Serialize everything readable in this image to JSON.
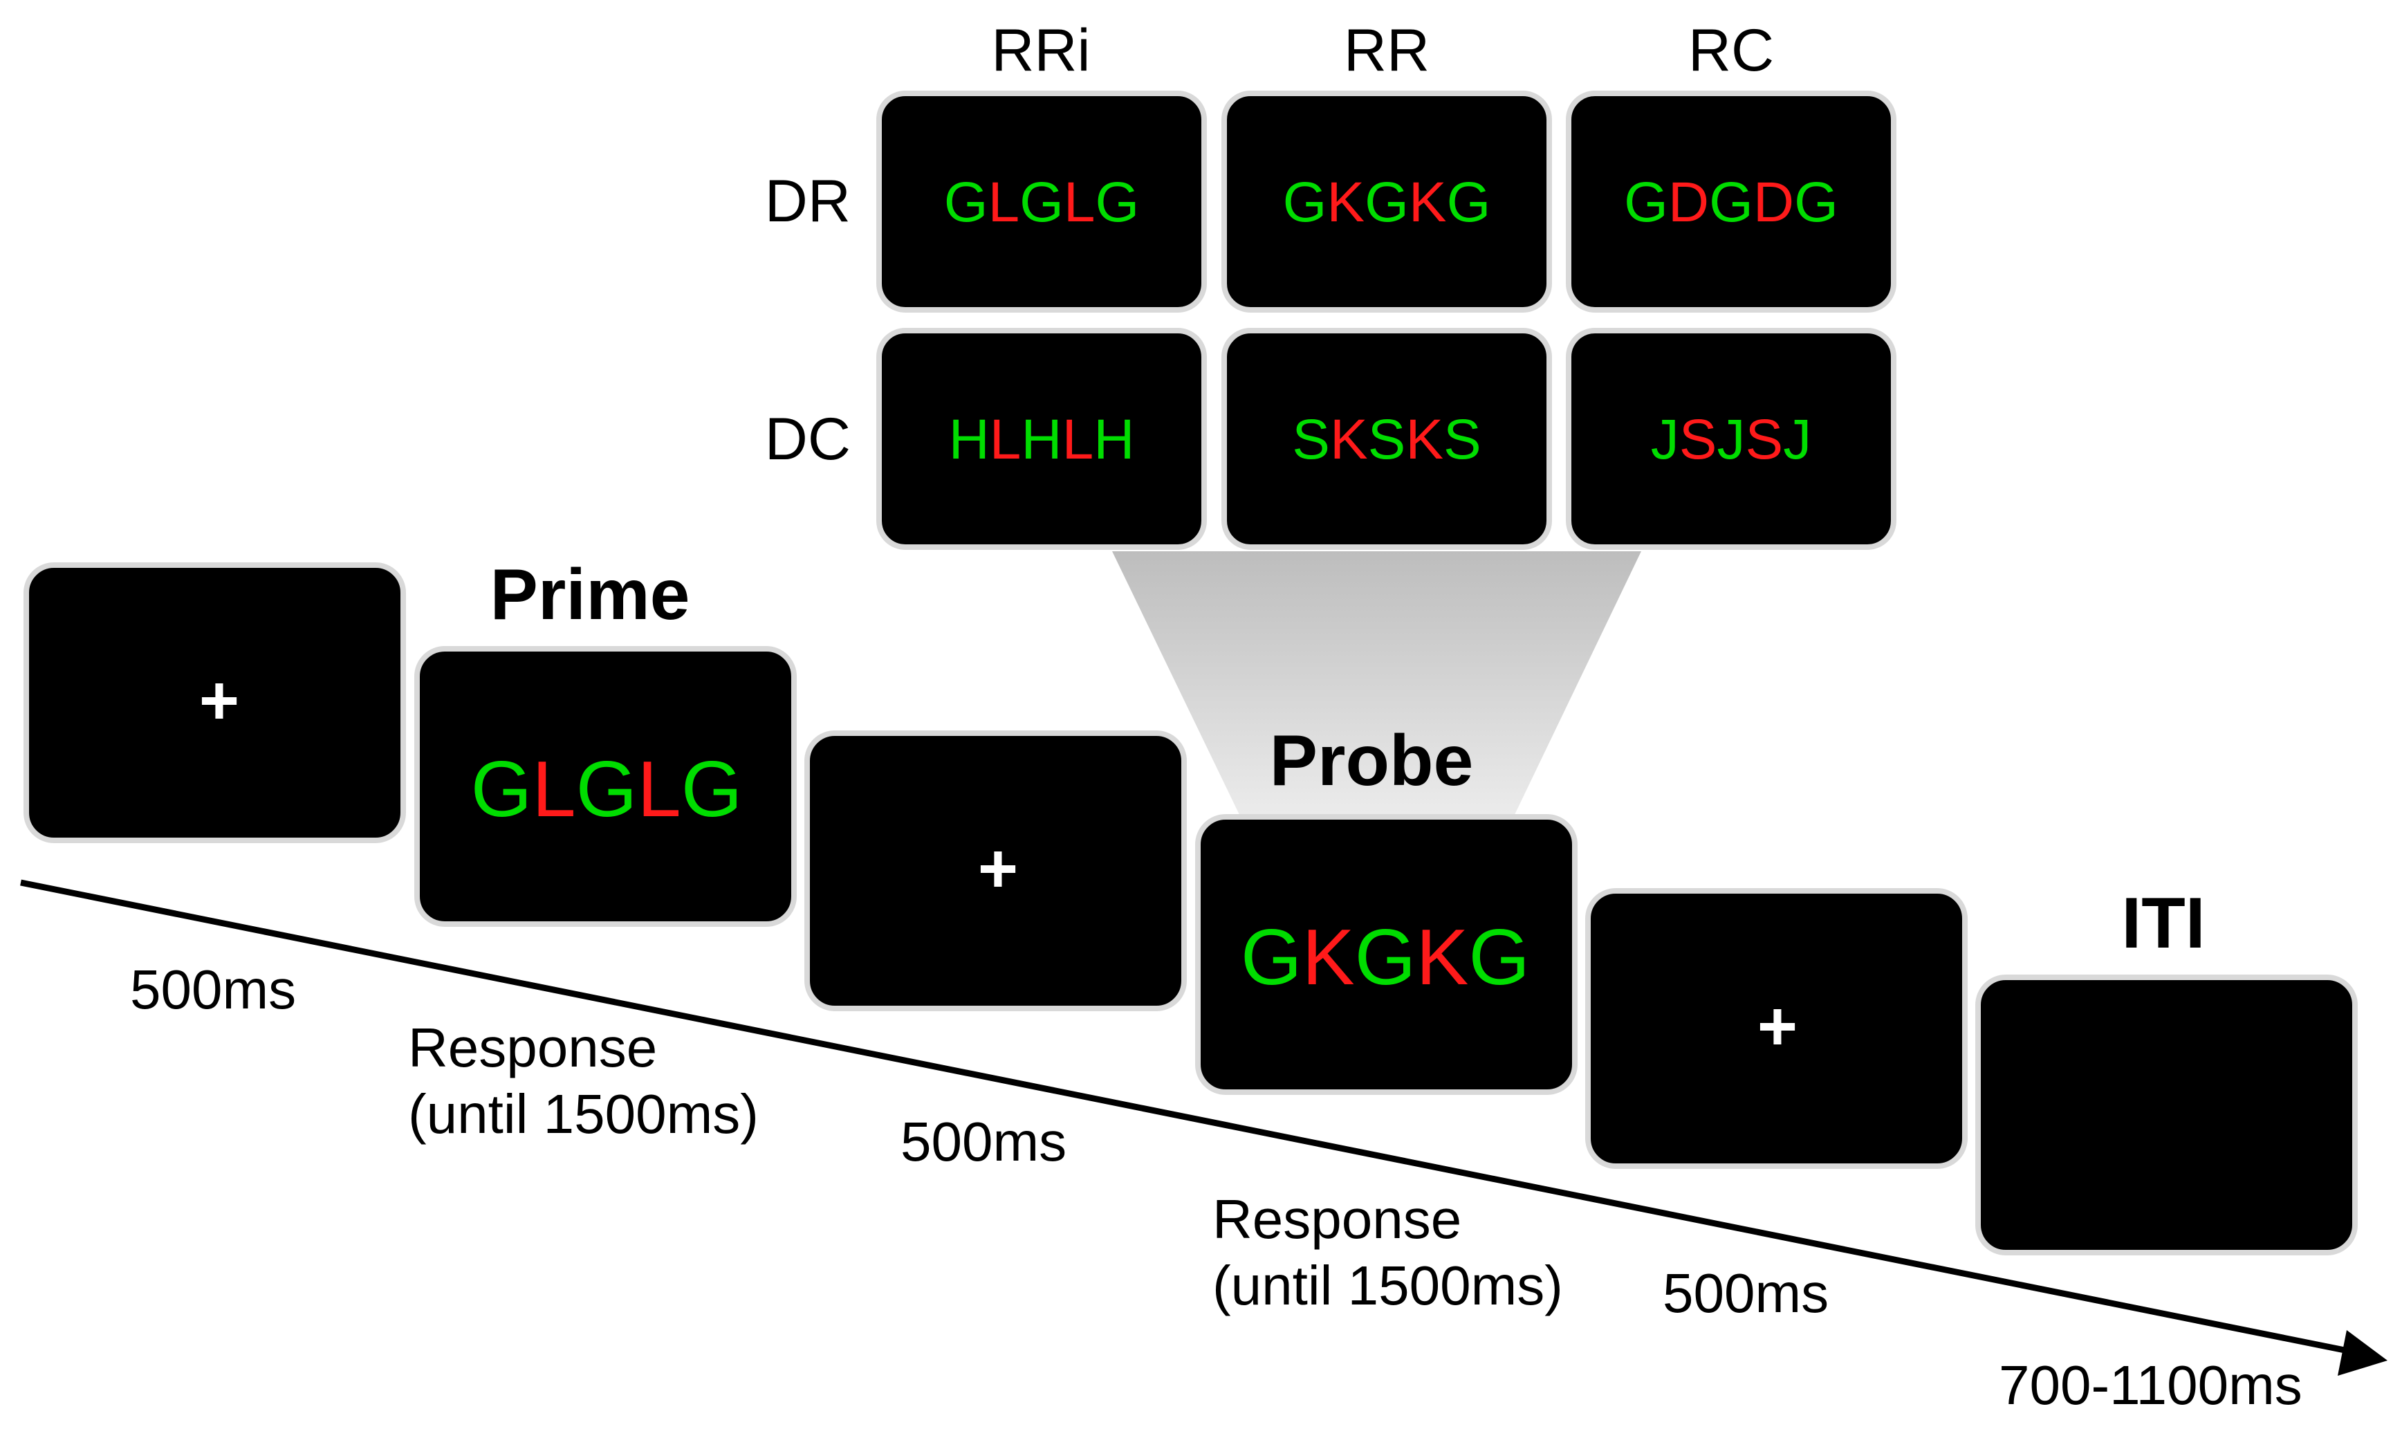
{
  "colors": {
    "screen": "#000000",
    "screen_border": "#d9d9d9",
    "target_letter": "#00dd00",
    "flanker_letter": "#ff1a1a",
    "fixation": "#ffffff",
    "text": "#000000",
    "funnel_top": "#bdbdbd",
    "funnel_bottom": "#ececec"
  },
  "conditions": {
    "columns": [
      "RRi",
      "RR",
      "RC"
    ],
    "rows": [
      "DR",
      "DC"
    ],
    "cells": [
      [
        {
          "text": "GLGLG",
          "pattern": "gfgfg"
        },
        {
          "text": "GKGKG",
          "pattern": "gfgfg"
        },
        {
          "text": "GDGDG",
          "pattern": "gfgfg"
        }
      ],
      [
        {
          "text": "HLHLH",
          "pattern": "gfgfg"
        },
        {
          "text": "SKSKS",
          "pattern": "gfgfg"
        },
        {
          "text": "JSJSJ",
          "pattern": "gfgfg"
        }
      ]
    ]
  },
  "trial": {
    "screens": [
      {
        "id": "fixation-1",
        "label": "",
        "stimulus": "+",
        "pattern": "w",
        "duration": "500ms"
      },
      {
        "id": "prime",
        "label": "Prime",
        "stimulus": "GLGLG",
        "pattern": "gfgfg",
        "duration": "Response\n(until 1500ms)"
      },
      {
        "id": "fixation-2",
        "label": "",
        "stimulus": "+",
        "pattern": "w",
        "duration": "500ms"
      },
      {
        "id": "probe",
        "label": "Probe",
        "stimulus": "GKGKG",
        "pattern": "gfgfg",
        "duration": "Response\n(until 1500ms)"
      },
      {
        "id": "fixation-3",
        "label": "",
        "stimulus": "+",
        "pattern": "w",
        "duration": "500ms"
      },
      {
        "id": "iti",
        "label": "ITI",
        "stimulus": "",
        "pattern": "",
        "duration": "700-1100ms"
      }
    ]
  }
}
